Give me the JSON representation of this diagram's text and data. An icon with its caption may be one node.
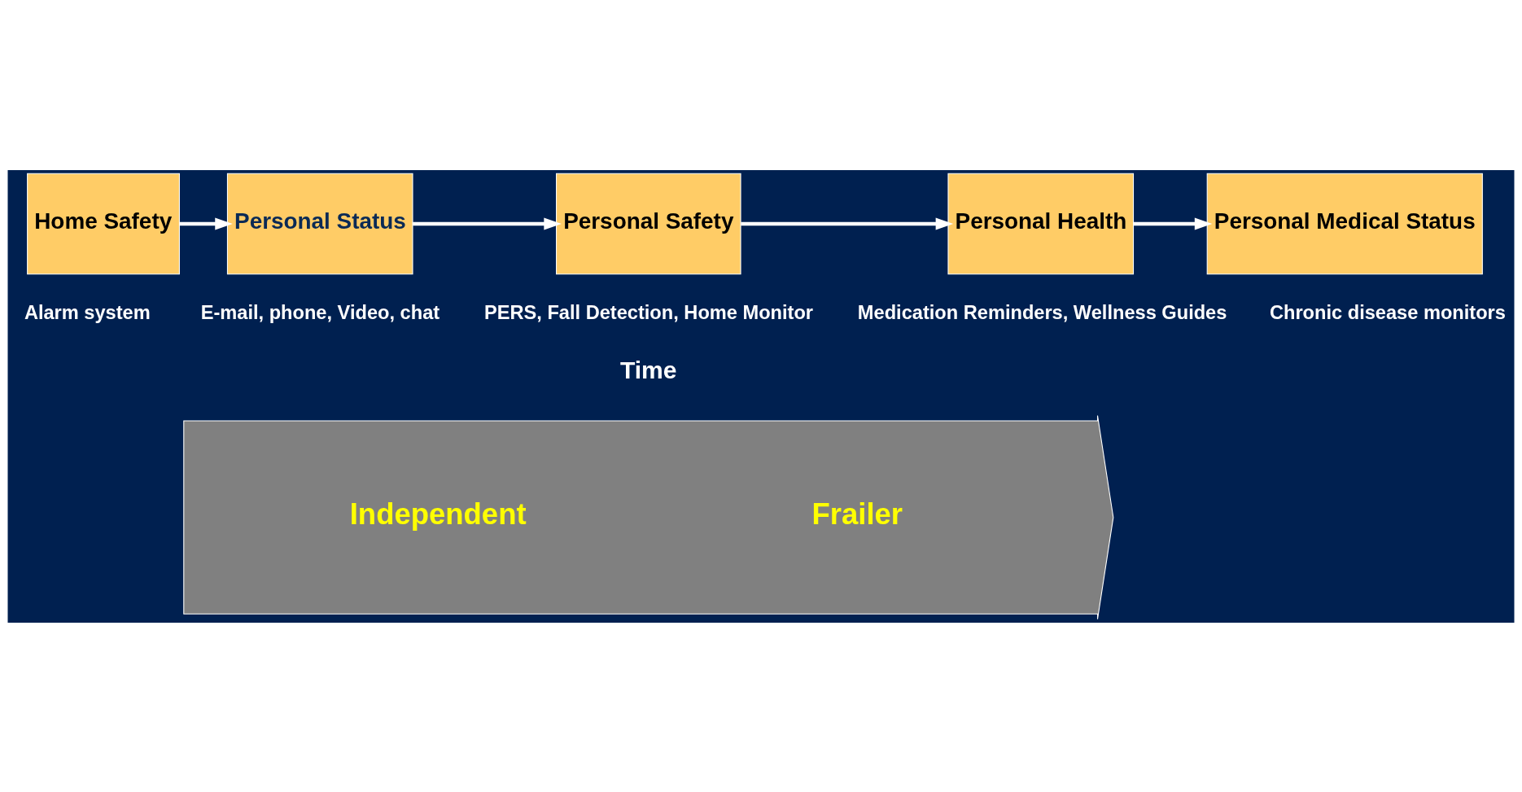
{
  "diagram": {
    "nodes": [
      {
        "text": [
          "Home Safety"
        ],
        "beside": [
          "Alarm system"
        ]
      },
      {
        "text": [
          "Personal Status"
        ],
        "beside": [
          "E-mail, phone, Video, chat"
        ]
      },
      {
        "text": [
          "Personal Safety"
        ],
        "beside": [
          "PERS, Fall Detection, Home Monitor"
        ]
      },
      {
        "text": [
          "Personal Health"
        ],
        "beside": [
          "Medication Reminders, Wellness Guides"
        ]
      },
      {
        "text": [
          "Personal Medical Status"
        ],
        "beside": [
          "Chronic disease monitors"
        ]
      },
      {
        "text": [
          "Independent",
          "Frailer"
        ]
      }
    ],
    "edges": [
      {
        "from": 0,
        "to": 1,
        "arrow": "to"
      },
      {
        "from": 1,
        "to": 2,
        "arrow": "to"
      },
      {
        "from": 2,
        "to": 3,
        "arrow": "to"
      },
      {
        "from": 3,
        "to": 4,
        "arrow": "to"
      }
    ],
    "labels": [
      "Time"
    ]
  }
}
